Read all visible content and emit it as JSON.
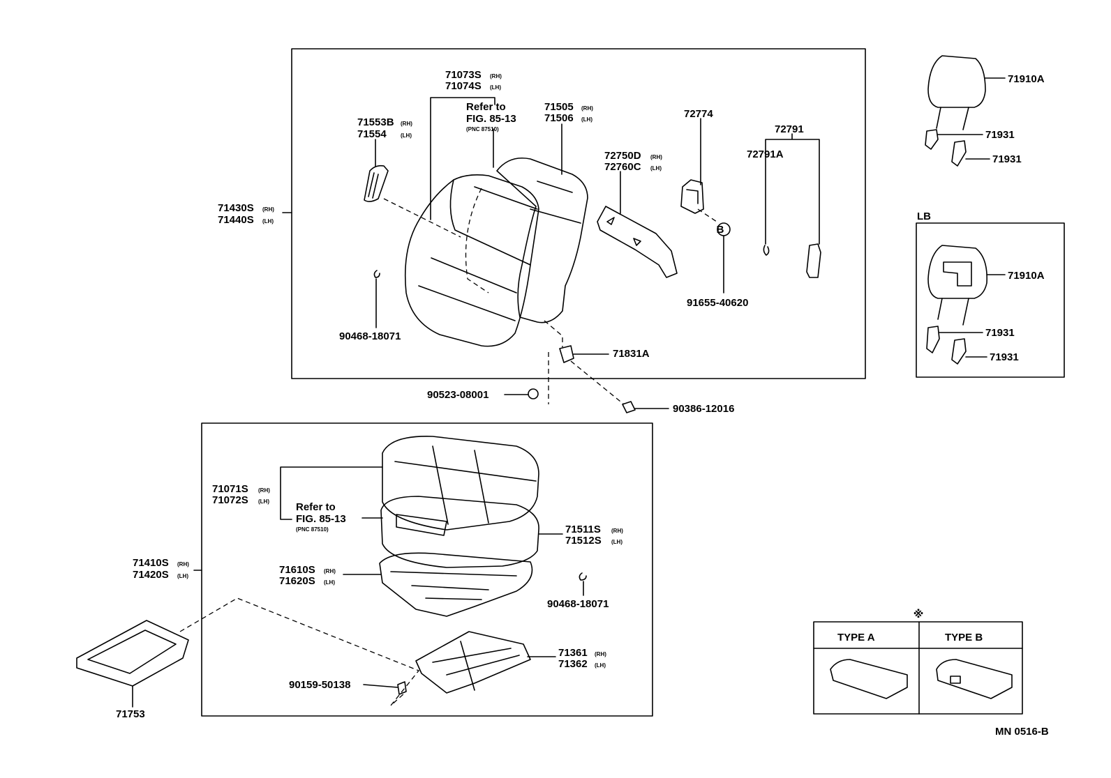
{
  "colors": {
    "ink": "#000000",
    "paper": "#ffffff"
  },
  "diagram": {
    "frame_label_lb": "LB",
    "note_mark": "※",
    "type_a": "TYPE A",
    "type_b": "TYPE B",
    "drawing_code": "MN 0516-B",
    "refer_to": "Refer to",
    "fig_ref": "FIG. 85-13",
    "pnc_ref": "(PNC 87510)",
    "side_rh": "(RH)",
    "side_lh": "(LH)",
    "parts": {
      "p71073S": "71073S",
      "p71074S": "71074S",
      "p71553B": "71553B",
      "p71554": "71554",
      "p71505": "71505",
      "p71506": "71506",
      "p72774": "72774",
      "p72791": "72791",
      "p72791A": "72791A",
      "p72750D": "72750D",
      "p72760C": "72760C",
      "p71430S": "71430S",
      "p71440S": "71440S",
      "p91655": "91655-40620",
      "p90468a": "90468-18071",
      "p71831A": "71831A",
      "p90523": "90523-08001",
      "p90386": "90386-12016",
      "p71910A_1": "71910A",
      "p71931_1": "71931",
      "p71931_2": "71931",
      "p71910A_2": "71910A",
      "p71931_3": "71931",
      "p71931_4": "71931",
      "p71071S": "71071S",
      "p71072S": "71072S",
      "p71511S": "71511S",
      "p71512S": "71512S",
      "p71410S": "71410S",
      "p71420S": "71420S",
      "p71610S": "71610S",
      "p71620S": "71620S",
      "p90468b": "90468-18071",
      "p71361": "71361",
      "p71362": "71362",
      "p90159": "90159-50138",
      "p71753": "71753",
      "callout_b": "B"
    }
  }
}
